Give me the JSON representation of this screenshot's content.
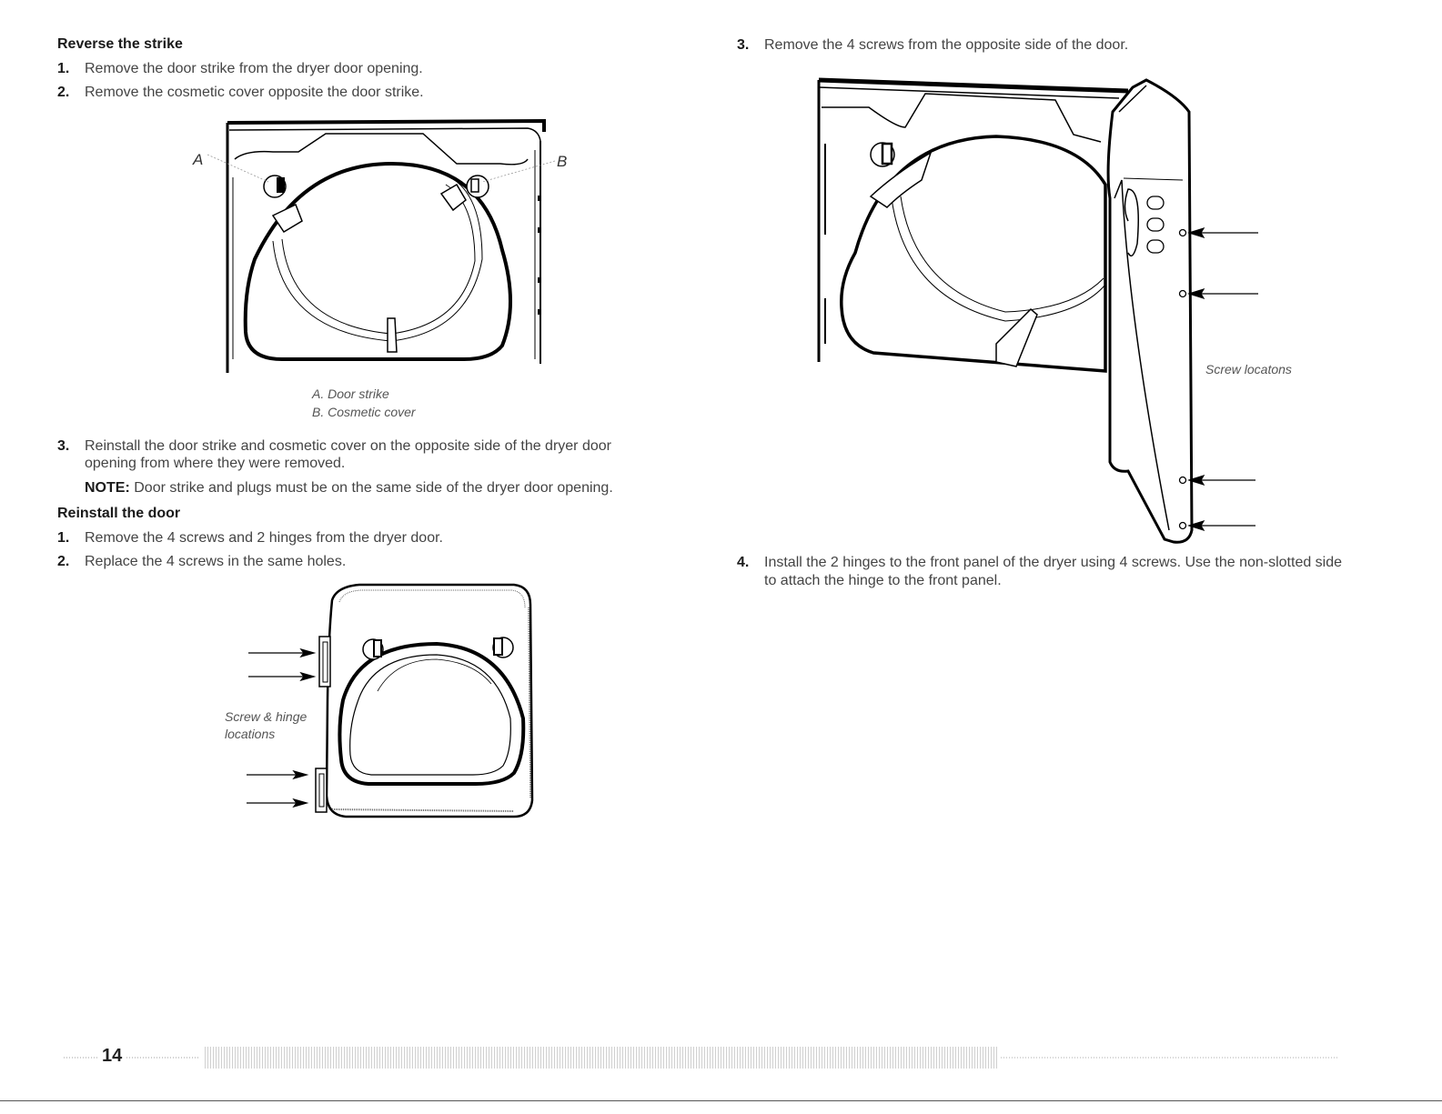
{
  "left": {
    "section1_heading": "Reverse the strike",
    "section1_steps": [
      {
        "num": "1.",
        "text": "Remove the door strike from the dryer door opening."
      },
      {
        "num": "2.",
        "text": "Remove the cosmetic cover opposite the door strike."
      }
    ],
    "figure1": {
      "label_a": "A",
      "label_b": "B",
      "caption_a": "A. Door strike",
      "caption_b": "B. Cosmetic cover"
    },
    "step3": {
      "num": "3.",
      "line1": "Reinstall the door strike and cosmetic cover on the opposite side of the dryer door",
      "line2": "opening from where they were removed."
    },
    "note": {
      "label": "NOTE:",
      "text": "Door strike and plugs must be on the same side of the dryer door opening."
    },
    "section2_heading": "Reinstall the door",
    "section2_steps": [
      {
        "num": "1.",
        "text": "Remove the 4 screws and 2 hinges from the dryer door."
      },
      {
        "num": "2.",
        "text": "Replace the 4 screws in the same holes."
      }
    ],
    "figure2": {
      "label_line1": "Screw & hinge",
      "label_line2": "locations"
    }
  },
  "right": {
    "step3": {
      "num": "3.",
      "text": "Remove the 4 screws from the opposite side of the door."
    },
    "figure3": {
      "label": "Screw locatons"
    },
    "step4": {
      "num": "4.",
      "line1": "Install the 2 hinges to the front panel of the dryer using 4 screws. Use the non-slotted side",
      "line2": "to attach the hinge to the front panel."
    }
  },
  "footer": {
    "page_number": "14"
  }
}
